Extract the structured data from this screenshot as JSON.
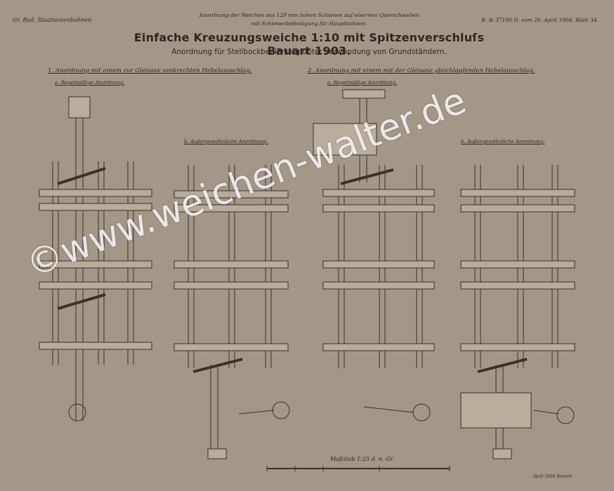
{
  "header": {
    "left": "Gr. Bad. Staatseisenbahnen",
    "middle_line1": "Anordnung der Weichen aus 129 mm hohen Schienen auf eisernen Querschwellen",
    "middle_line2": "mit Schienenbefestigung für Hauptbahnen.",
    "right": "B. № 37190 D. vom 26. April 1904.  Blatt 34."
  },
  "title": "Einfache Kreuzungsweiche 1:10 mit Spitzenverschluſs Bauart 1903.",
  "subtitle": "Anordnung für Stellbockbedienung unter Verwendung von Grundständern.",
  "sections": [
    {
      "label": "1. Anordnung mit einem zur Gleisaxe senkrechten Hebelausschlag.",
      "sub_a": "a. Regelmäßige Anordnung.",
      "sub_b": "b. Außergewöhnliche Anordnung."
    },
    {
      "label": "2. Anordnung mit einem mit der Gleisaxe gleichlaufenden Hebelausschlag.",
      "sub_a": "a. Regelmäßige Anordnung.",
      "sub_b": "b. Außergewöhnliche Anordnung."
    }
  ],
  "scale": "Maßstab 1:25 d. n. Gr.",
  "signature": "April 1904  Bonnet",
  "watermark": "©www.weichen-walter.de",
  "colors": {
    "paper": "#a39888",
    "ink": "#2e2722",
    "watermark": "#ffffff"
  }
}
